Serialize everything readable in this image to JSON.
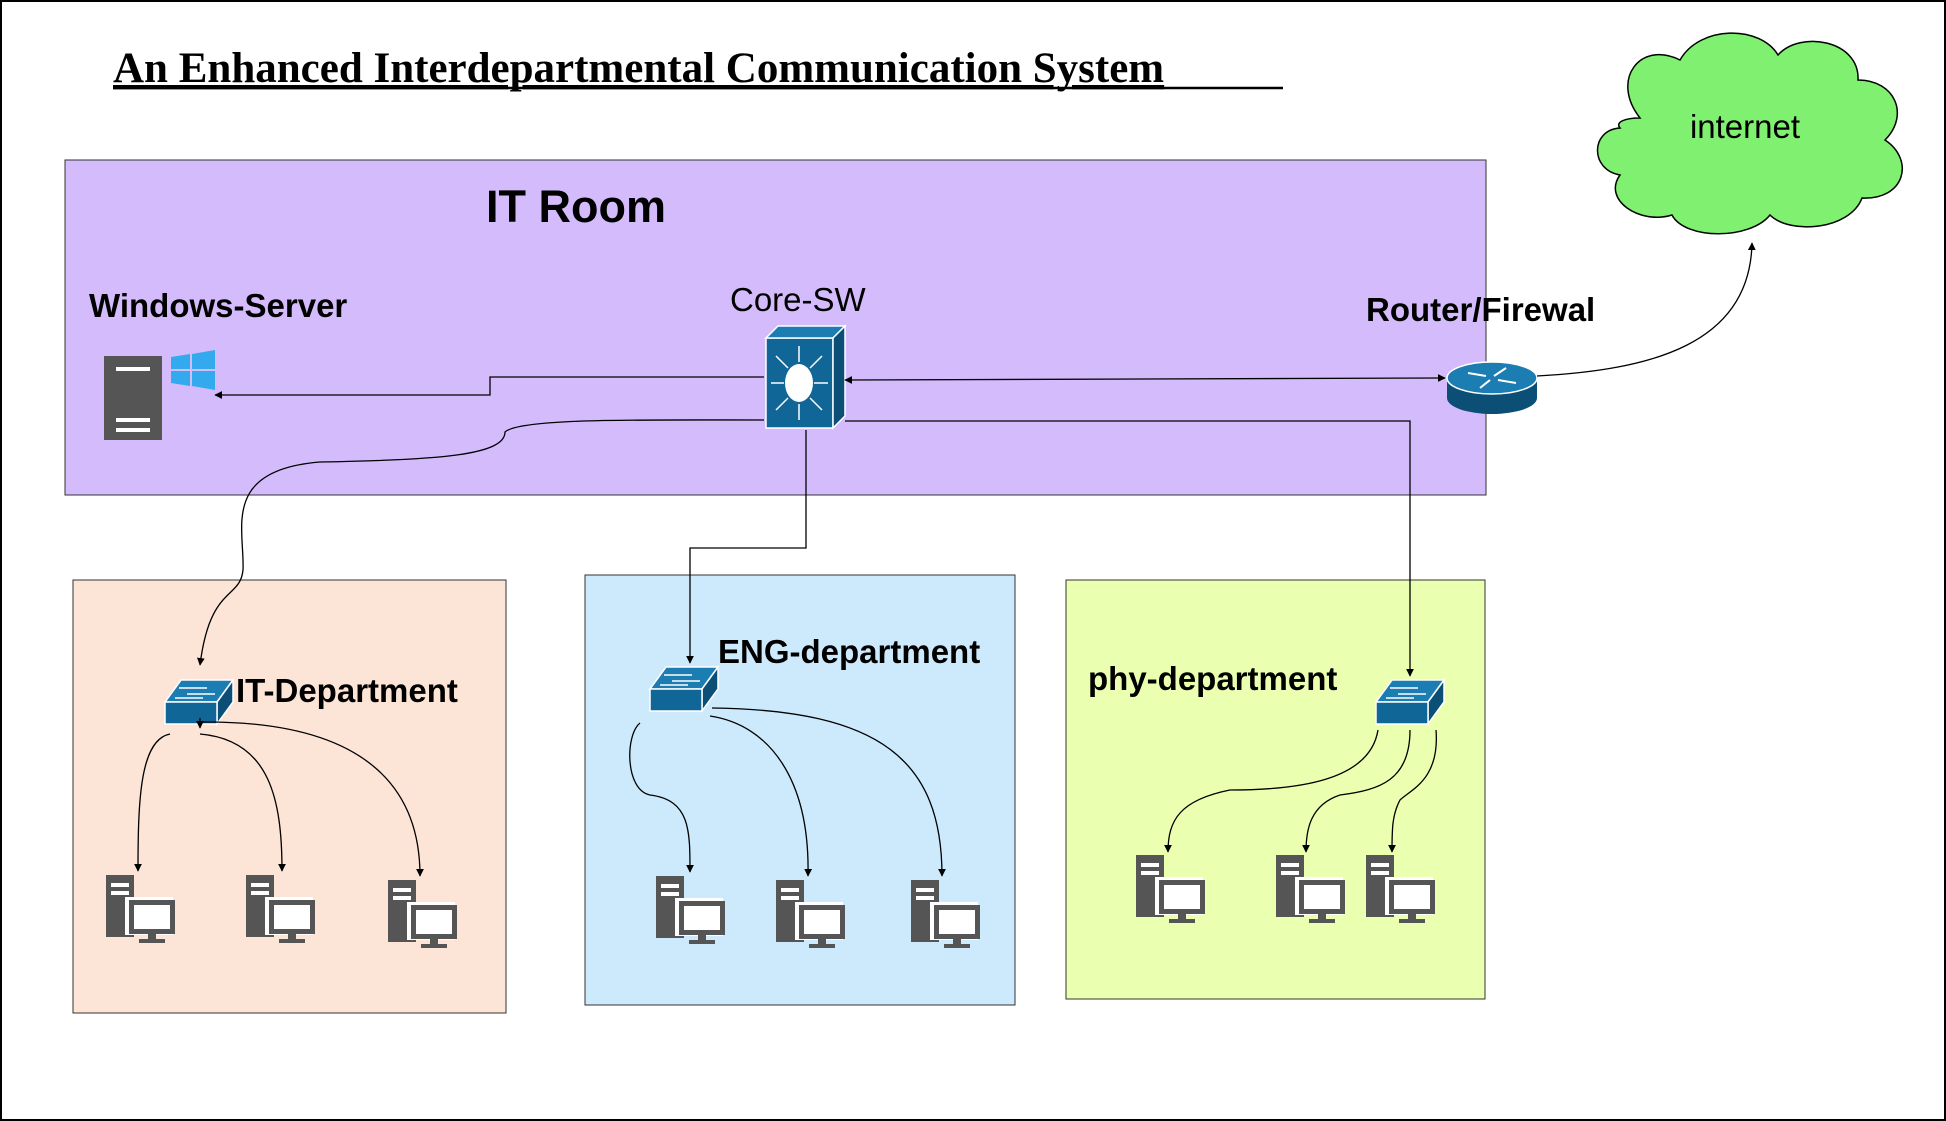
{
  "title": "An Enhanced Interdepartmental Communication System",
  "it_room": {
    "label": "IT Room",
    "windows_server_label": "Windows-Server",
    "core_switch_label": "Core-SW",
    "router_label": "Router/Firewal"
  },
  "internet": {
    "label": "internet"
  },
  "departments": [
    {
      "key": "it",
      "label": "IT-Department",
      "color": "#fce4d6",
      "computers": 3
    },
    {
      "key": "eng",
      "label": "ENG-department",
      "color": "#cdeafd",
      "computers": 3
    },
    {
      "key": "phy",
      "label": "phy-department",
      "color": "#ebffb0",
      "computers": 3
    }
  ],
  "colors": {
    "it_room_fill": "#d4bcfc",
    "cloud_fill": "#80f070",
    "network_device": "#0f6697",
    "computer_icon": "#555555",
    "windows_logo": "#33aaee"
  }
}
